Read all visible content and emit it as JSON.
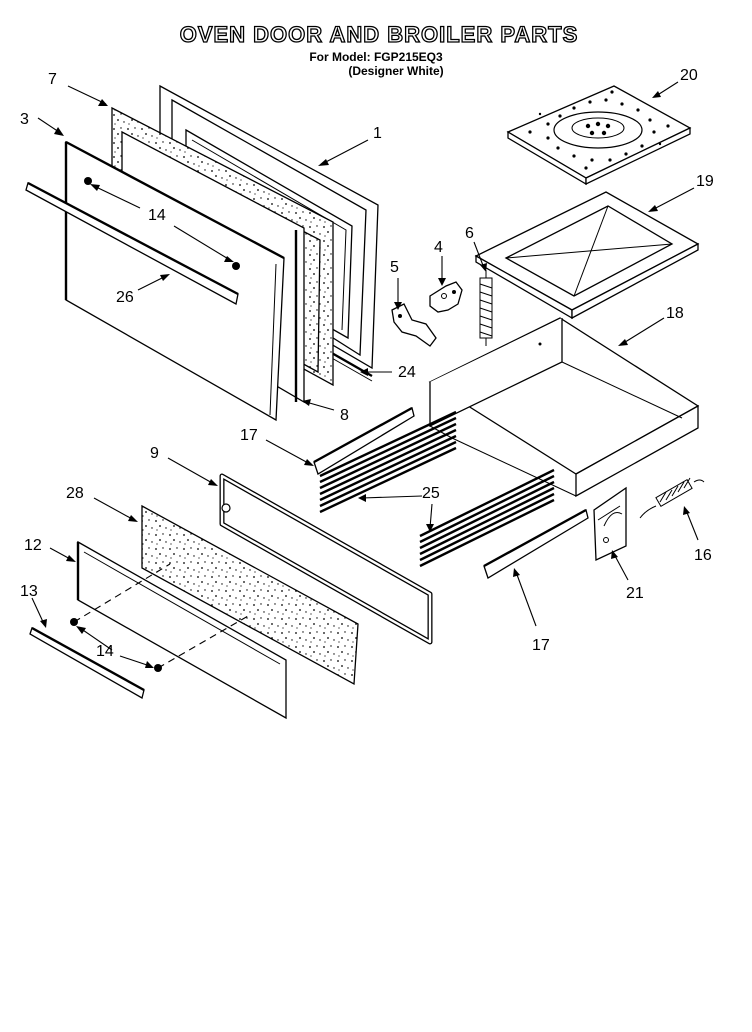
{
  "title": "OVEN DOOR AND BROILER PARTS",
  "model_line": "For Model: FGP215EQ3",
  "model_variant": "(Designer White)",
  "callouts": [
    "7",
    "3",
    "1",
    "14",
    "14",
    "26",
    "5",
    "4",
    "6",
    "24",
    "8",
    "20",
    "19",
    "18",
    "17",
    "9",
    "25",
    "28",
    "12",
    "13",
    "14",
    "16",
    "21",
    "17"
  ]
}
